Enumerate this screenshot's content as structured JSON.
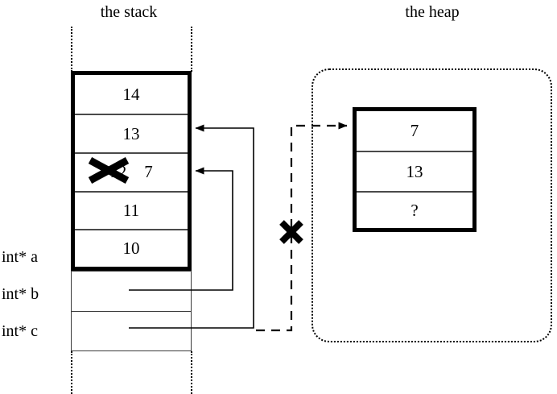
{
  "titles": {
    "stack": "the stack",
    "heap": "the heap"
  },
  "stack": {
    "live_cells": [
      {
        "value": "14"
      },
      {
        "value": "13"
      },
      {
        "value": "12",
        "struck": true,
        "replacement": "7"
      },
      {
        "value": "11"
      },
      {
        "value": "10"
      }
    ],
    "popped_cells": [
      {
        "value": ""
      },
      {
        "value": ""
      }
    ],
    "variable_labels": [
      {
        "name": "a",
        "text": "int* a"
      },
      {
        "name": "b",
        "text": "int* b"
      },
      {
        "name": "c",
        "text": "int* c"
      }
    ]
  },
  "heap": {
    "cells": [
      {
        "value": "7"
      },
      {
        "value": "13"
      },
      {
        "value": "?"
      }
    ]
  },
  "annotations": {
    "strike_mark": "x-cross-strikeout",
    "invalid_pointer_mark": "x-cross-invalid",
    "pointer_b_target": "stack-cell-2",
    "pointer_c_target": "stack-cell-1",
    "dangling_pointer_target": "heap-cell-0"
  },
  "colors": {
    "ink": "#000000",
    "thin_rule": "#3a3a3a",
    "background": "#ffffff"
  }
}
